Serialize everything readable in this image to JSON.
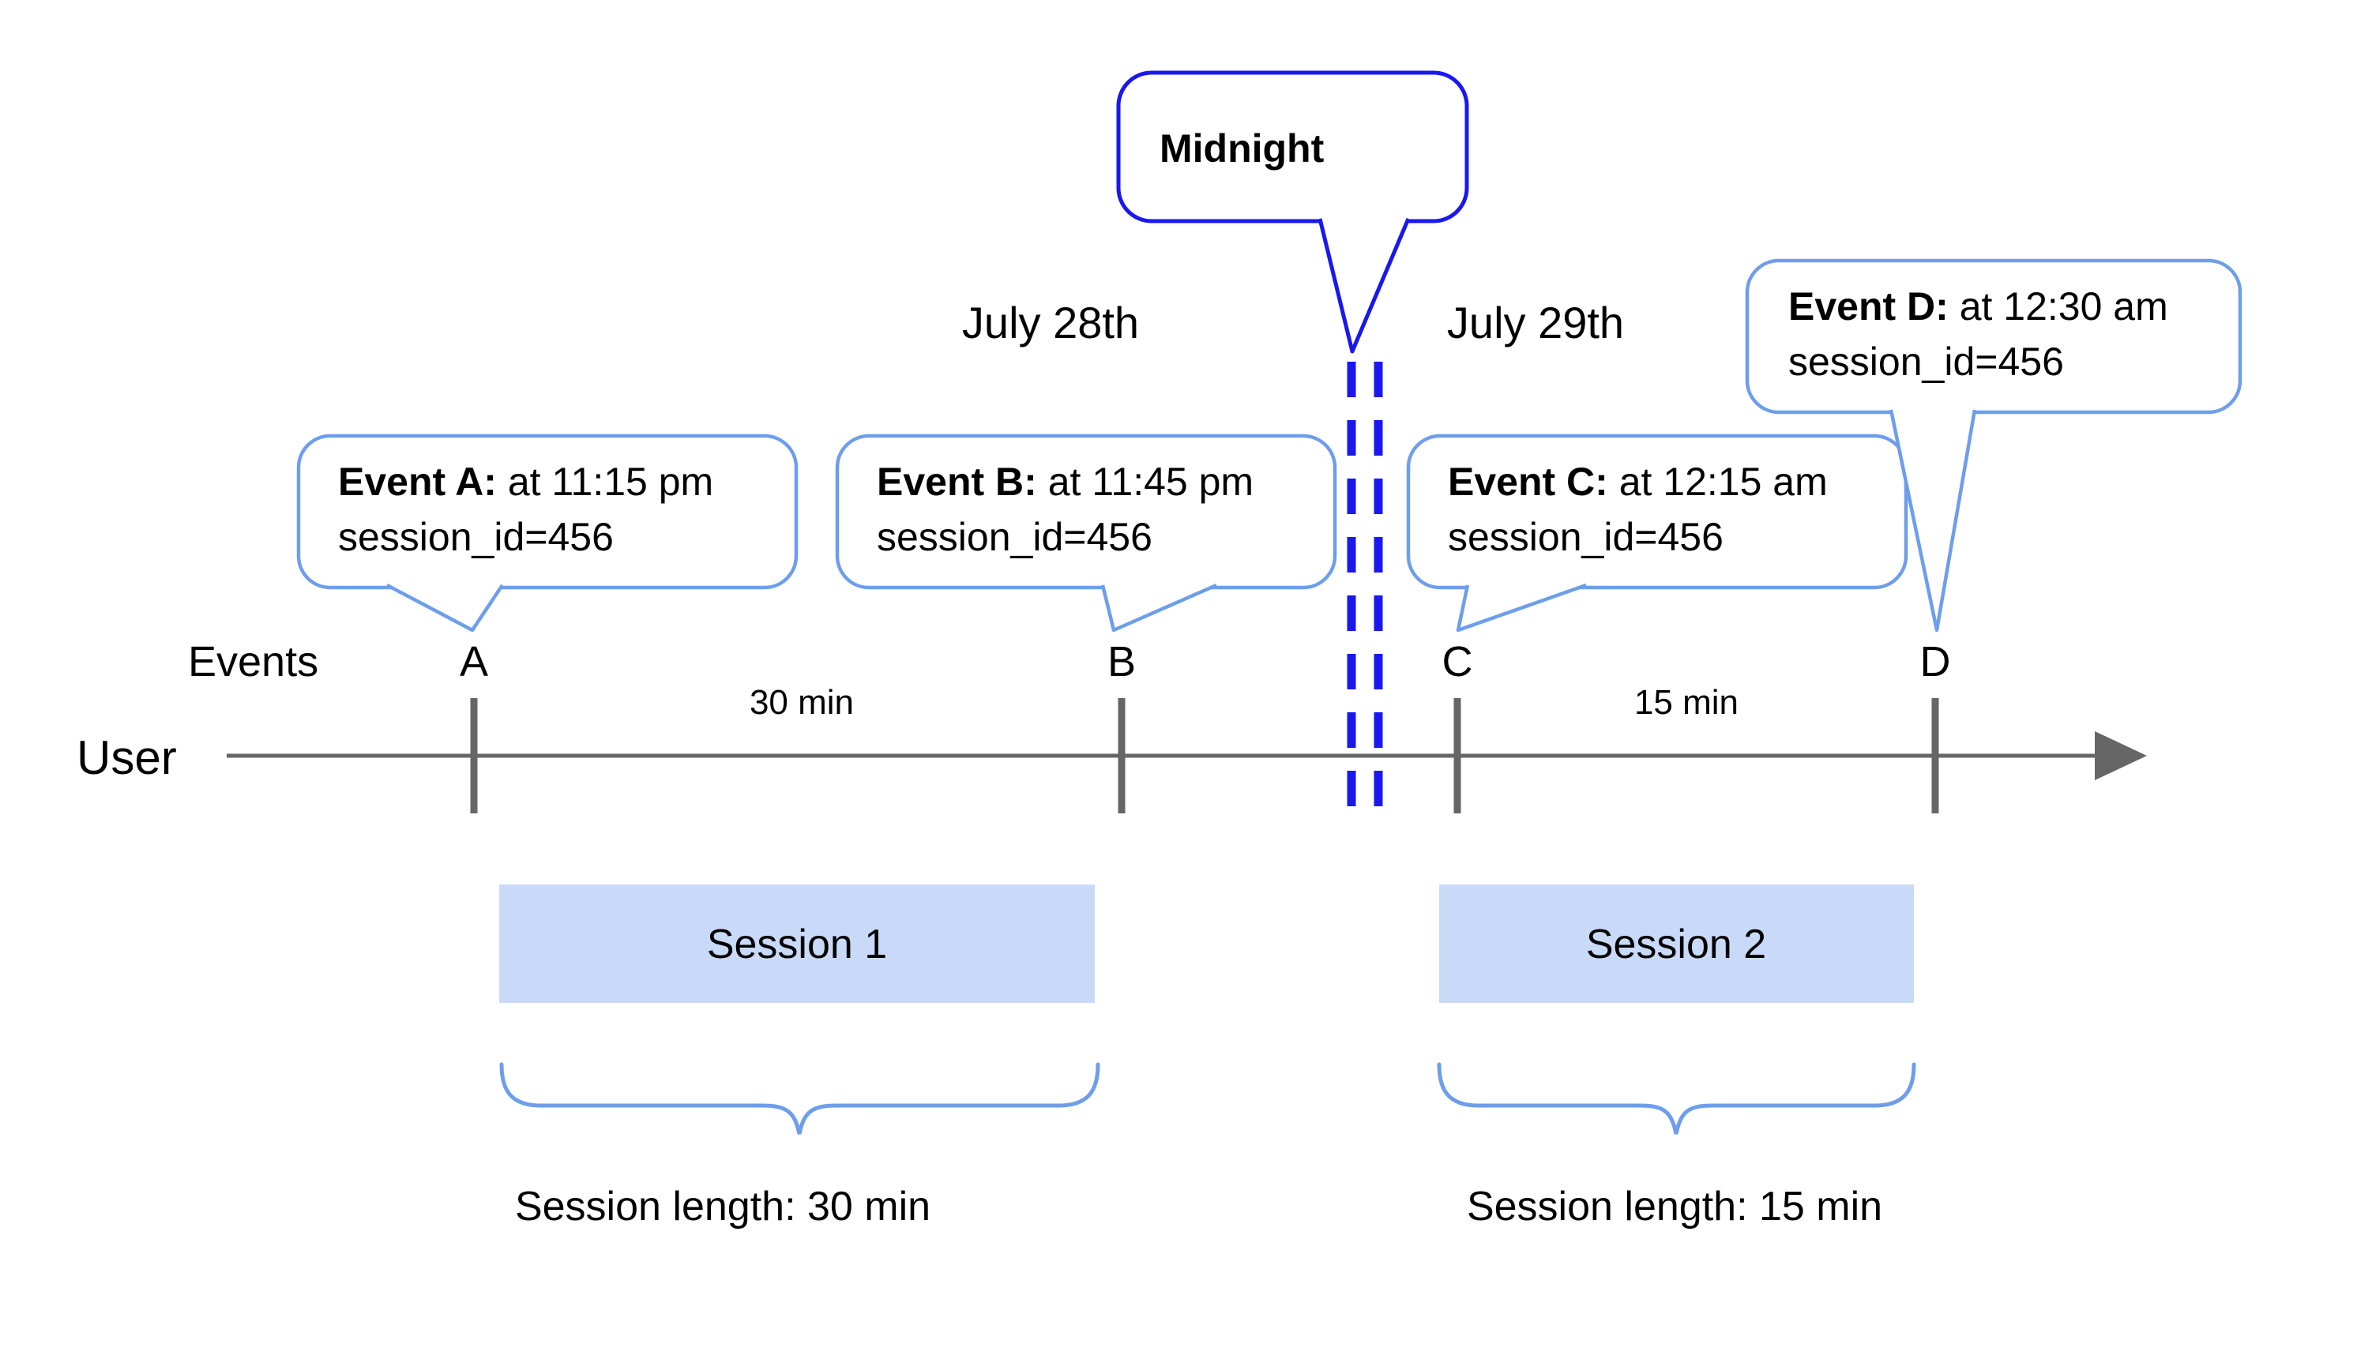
{
  "colors": {
    "strong_blue": "#1a18ee",
    "callout_blue": "#6d9eeb",
    "session_fill": "#c9daf8",
    "axis_gray": "#666666"
  },
  "midnight_callout": {
    "label": "Midnight"
  },
  "dates": {
    "left": "July 28th",
    "right": "July 29th"
  },
  "axis": {
    "events_label": "Events",
    "user_label": "User"
  },
  "events": [
    {
      "letter": "A",
      "name": "Event A:",
      "time": " at 11:15 pm",
      "session": "session_id=456"
    },
    {
      "letter": "B",
      "name": "Event B:",
      "time": " at 11:45 pm",
      "session": "session_id=456"
    },
    {
      "letter": "C",
      "name": "Event C:",
      "time": " at 12:15 am",
      "session": "session_id=456"
    },
    {
      "letter": "D",
      "name": "Event D:",
      "time": " at 12:30 am",
      "session": "session_id=456"
    }
  ],
  "intervals": {
    "first": "30 min",
    "second": "15 min"
  },
  "sessions": [
    {
      "label": "Session 1",
      "length_label": "Session length: 30 min"
    },
    {
      "label": "Session 2",
      "length_label": "Session length: 15 min"
    }
  ]
}
